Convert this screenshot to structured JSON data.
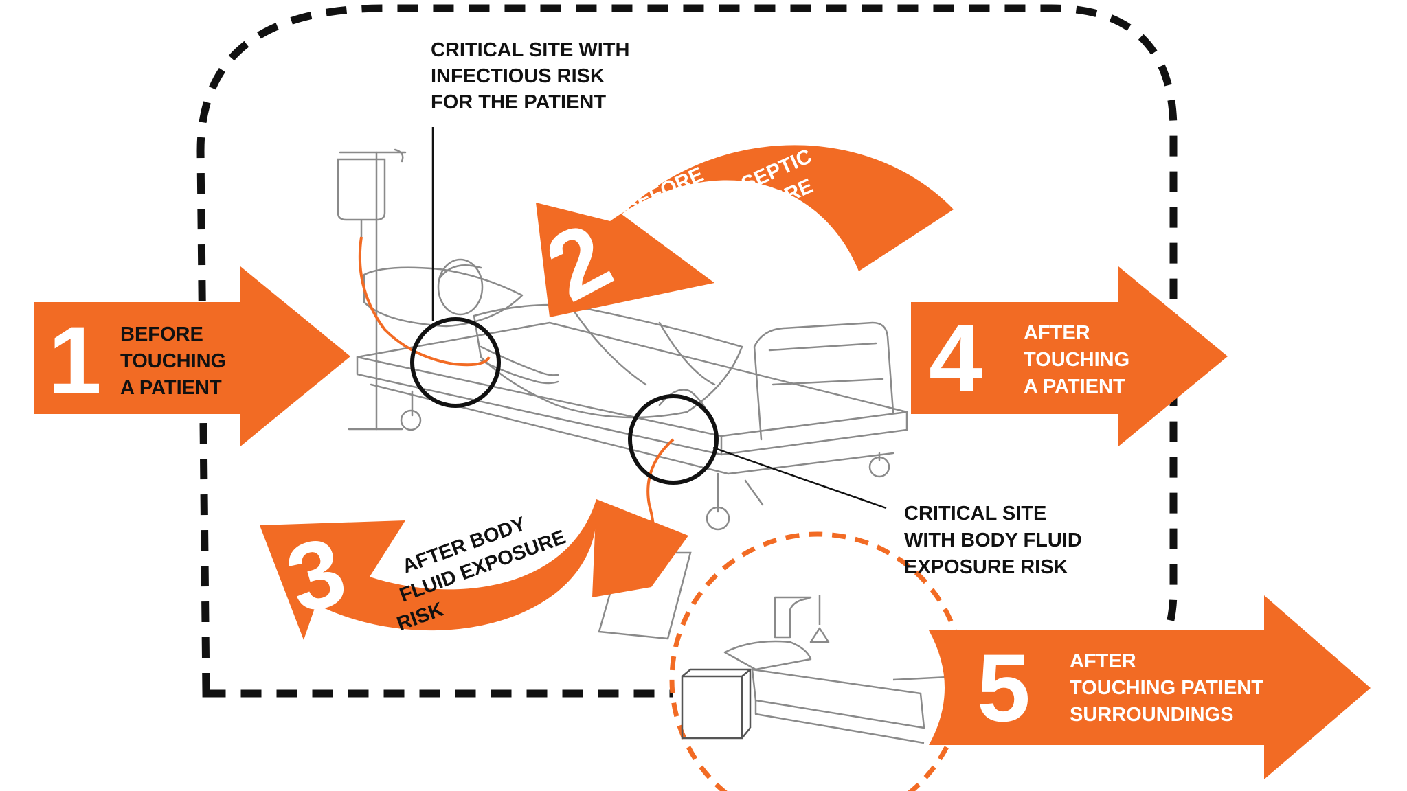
{
  "colors": {
    "accent": "#f26b24",
    "ink": "#111111",
    "line_art": "#8a8a8a",
    "background": "#ffffff"
  },
  "callouts": {
    "top": [
      "CRITICAL SITE WITH",
      "INFECTIOUS RISK",
      "FOR THE PATIENT"
    ],
    "right": [
      "CRITICAL SITE",
      "WITH BODY FLUID",
      "EXPOSURE RISK"
    ]
  },
  "moments": [
    {
      "number": "1",
      "lines": [
        "BEFORE",
        "TOUCHING",
        "A PATIENT"
      ]
    },
    {
      "number": "2",
      "lines": [
        "BEFORE",
        "CLEAN/ASEPTIC",
        "PROCEDURE"
      ]
    },
    {
      "number": "3",
      "lines": [
        "AFTER BODY",
        "FLUID EXPOSURE",
        "RISK"
      ]
    },
    {
      "number": "4",
      "lines": [
        "AFTER",
        "TOUCHING",
        "A PATIENT"
      ]
    },
    {
      "number": "5",
      "lines": [
        "AFTER",
        "TOUCHING PATIENT",
        "SURROUNDINGS"
      ]
    }
  ],
  "icons": {
    "patient_bed": "patient-in-bed-illustration",
    "iv_drip": "iv-drip-bag-icon",
    "drainage_bag": "drainage-bag-icon",
    "empty_bed": "empty-bed-illustration",
    "bedside_table": "bedside-table-icon"
  }
}
